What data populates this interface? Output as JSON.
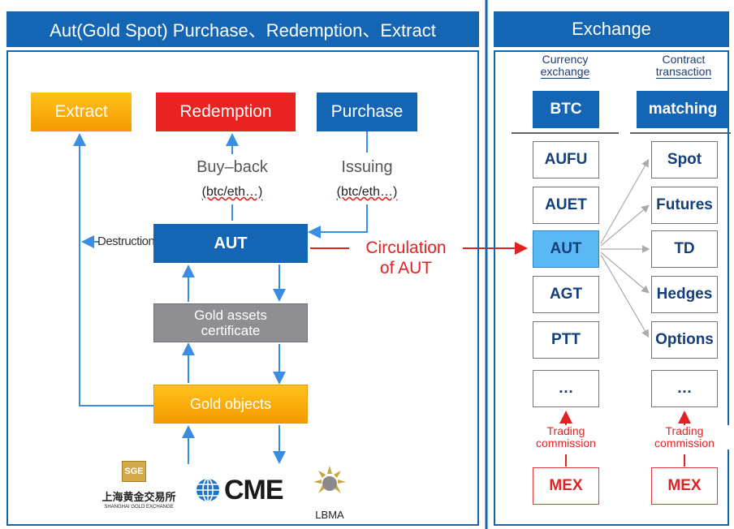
{
  "left": {
    "header": "Aut(Gold Spot) Purchase、Redemption、Extract",
    "extract": "Extract",
    "redemption": "Redemption",
    "purchase": "Purchase",
    "buyback": "Buy–back",
    "buyback_sub": "(btc/eth…)",
    "issuing": "Issuing",
    "issuing_sub": "(btc/eth…)",
    "destruction": "Destruction",
    "aut": "AUT",
    "circulation_1": "Circulation",
    "circulation_2": "of AUT",
    "gold_cert_1": "Gold assets",
    "gold_cert_2": "certificate",
    "gold_objects": "Gold objects",
    "logos": {
      "sge_cn": "上海黄金交易所",
      "sge_en": "SHANGHAI GOLD EXCHANGE",
      "sge_badge": "SGE",
      "cme": "CME",
      "lbma": "LBMA"
    }
  },
  "right": {
    "header": "Exchange",
    "col1_title_1": "Currency",
    "col1_title_2": "exchange",
    "col2_title_1": "Contract",
    "col2_title_2": "transaction",
    "btc": "BTC",
    "matching": "matching",
    "currencies": [
      "AUFU",
      "AUET",
      "AUT",
      "AGT",
      "PTT",
      "…"
    ],
    "contracts": [
      "Spot",
      "Futures",
      "TD",
      "Hedges",
      "Options",
      "…"
    ],
    "trading_1": "Trading",
    "trading_2": "commission",
    "mex": "MEX"
  },
  "colors": {
    "primary_blue": "#1565b5",
    "red": "#ea2222",
    "orange": "#f5a400",
    "highlight_cell": "#5bb8f5"
  }
}
